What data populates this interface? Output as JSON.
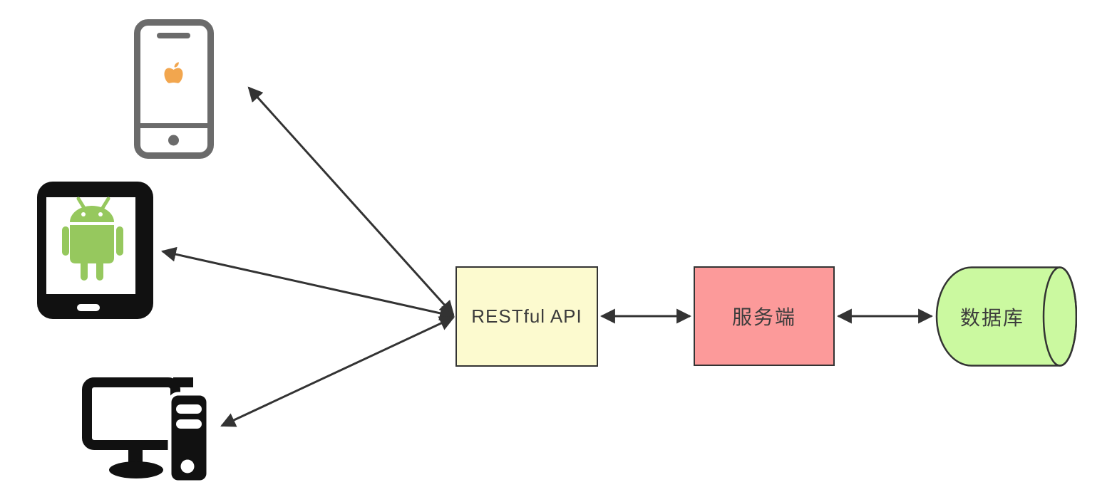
{
  "diagram": {
    "description": "Client devices communicating with a server and database through a RESTful API",
    "background": "#FFFFFF",
    "arrow_color": "#333333",
    "nodes": {
      "api": {
        "label": "RESTful API",
        "shape": "rectangle",
        "fill": "#FCFACF",
        "border": "#333333"
      },
      "server": {
        "label": "服务端",
        "shape": "rectangle",
        "fill": "#FC9A9A",
        "border": "#333333"
      },
      "database": {
        "label": "数据库",
        "shape": "cylinder",
        "fill": "#CBF9A0",
        "border": "#333333"
      }
    },
    "devices": [
      {
        "id": "iphone",
        "icon": "iphone-icon",
        "outline_color": "#6B6B6B",
        "accent_color": "#F2A64E"
      },
      {
        "id": "android-tablet",
        "icon": "android-tablet-icon",
        "outline_color": "#111111",
        "accent_color": "#96C85E"
      },
      {
        "id": "desktop-computer",
        "icon": "desktop-computer-icon",
        "outline_color": "#111111",
        "accent_color": "#111111"
      }
    ],
    "connectors": [
      {
        "from": "iphone",
        "to": "api",
        "bidirectional": true
      },
      {
        "from": "android-tablet",
        "to": "api",
        "bidirectional": true
      },
      {
        "from": "desktop-computer",
        "to": "api",
        "bidirectional": true
      },
      {
        "from": "api",
        "to": "server",
        "bidirectional": true
      },
      {
        "from": "server",
        "to": "database",
        "bidirectional": true
      }
    ]
  }
}
